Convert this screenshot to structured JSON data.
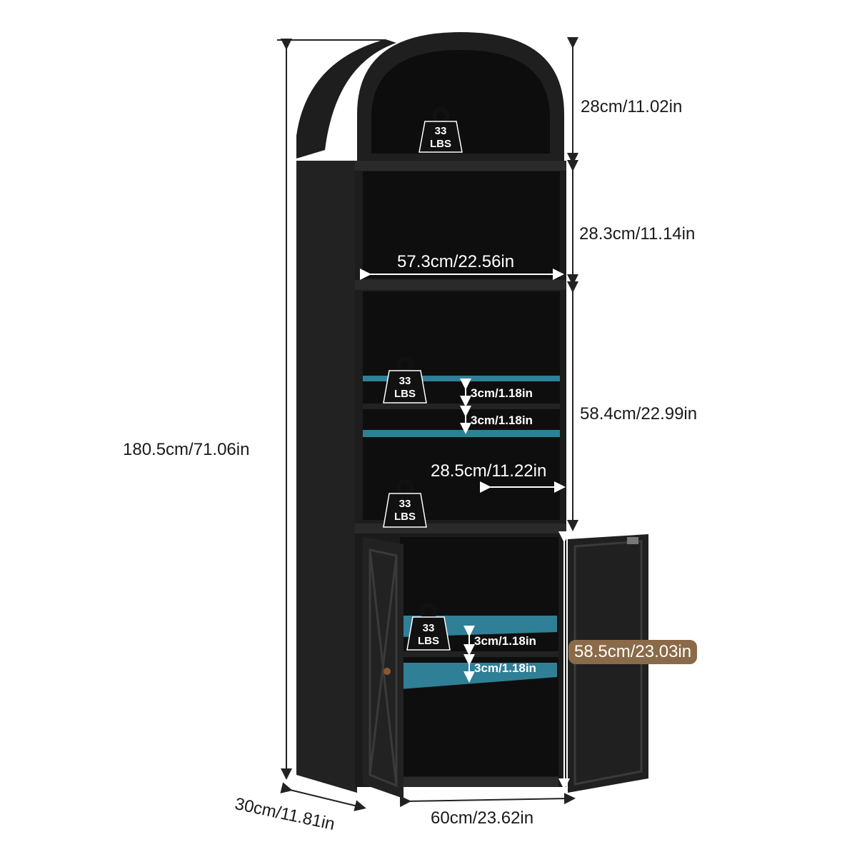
{
  "dimensions": {
    "total_height": "180.5cm/71.06in",
    "arch_height": "28cm/11.02in",
    "upper_shelf_height": "28.3cm/11.14in",
    "inner_width": "57.3cm/22.56in",
    "middle_section_height": "58.4cm/22.99in",
    "inner_depth": "28.5cm/11.22in",
    "cabinet_height": "58.5cm/23.03in",
    "depth": "30cm/11.81in",
    "width": "60cm/23.62in",
    "shelf_spacing_1": "3cm/1.18in",
    "shelf_spacing_2": "3cm/1.18in",
    "cabinet_spacing_1": "3cm/1.18in",
    "cabinet_spacing_2": "3cm/1.18in"
  },
  "load_badges": {
    "arch": {
      "line1": "33",
      "line2": "LBS"
    },
    "middle": {
      "line1": "33",
      "line2": "LBS"
    },
    "lower": {
      "line1": "33",
      "line2": "LBS"
    },
    "cabinet": {
      "line1": "33",
      "line2": "LBS"
    }
  },
  "colors": {
    "cabinet_body": "#1c1c1c",
    "shelf_highlight": "#2f7f96",
    "cabinet_height_badge": "#8a6a48"
  }
}
